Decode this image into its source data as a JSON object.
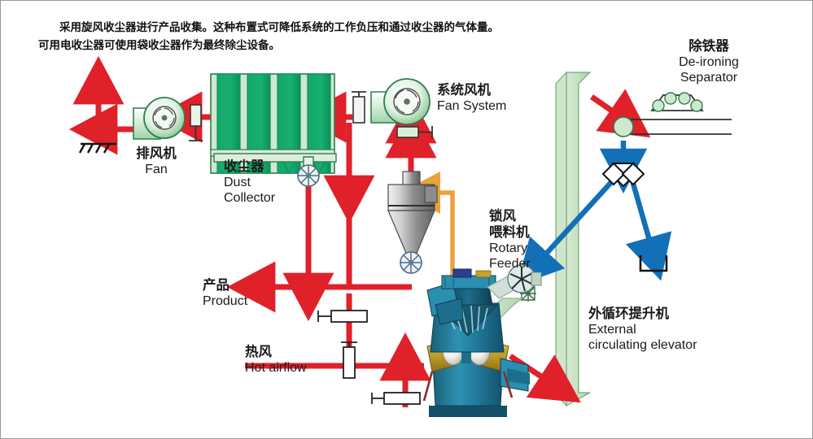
{
  "note": {
    "line1": "采用旋风收尘器进行产品收集。这种布置式可降低系统的工作负压和通过收尘器的气体量。",
    "line2": "可用电收尘器可使用袋收尘器作为最终除尘设备。"
  },
  "labels": {
    "de_ironing": {
      "cn": "除铁器",
      "en1": "De-ironing",
      "en2": "Separator"
    },
    "fan_system": {
      "cn": "系统风机",
      "en1": "Fan System"
    },
    "exhaust_fan": {
      "cn": "排风机",
      "en1": "Fan"
    },
    "dust_collector": {
      "cn": "收尘器",
      "en1": "Dust",
      "en2": "Collector"
    },
    "rotary_feeder": {
      "cn1": "锁风",
      "cn2": "喂料机",
      "en1": "Rotary",
      "en2": "Feeder"
    },
    "product": {
      "cn": "产品",
      "en1": "Product"
    },
    "hot_airflow": {
      "cn": "热风",
      "en1": "Hot airflow"
    },
    "elevator": {
      "cn": "外循环提升机",
      "en1": "External",
      "en2": "circulating elevator"
    }
  },
  "colors": {
    "red_flow": "#e0212a",
    "blue_flow": "#1270b8",
    "orange_flow": "#e8a33d",
    "green_fill": "#1aab6a",
    "green_light": "#c9e3c6",
    "green_outline": "#2e7d4f",
    "mill_teal": "#1e6e86",
    "mill_blue": "#2a8fb0",
    "mill_yellow": "#c8a02a",
    "gray_metal": "#9a9a9a",
    "frame_border": "#9a9a9a",
    "text": "#1a1a1a"
  },
  "icons": {
    "ground": "ground-symbol",
    "damper_valves": 5,
    "cyclone": "cyclone-separator",
    "rotary_valve": "rotary-airlock-valve",
    "magnet": "magnetic-drum",
    "diverter": "two-way-diverter-valve",
    "bin": "collection-bin",
    "mill": "vertical-roller-mill"
  }
}
